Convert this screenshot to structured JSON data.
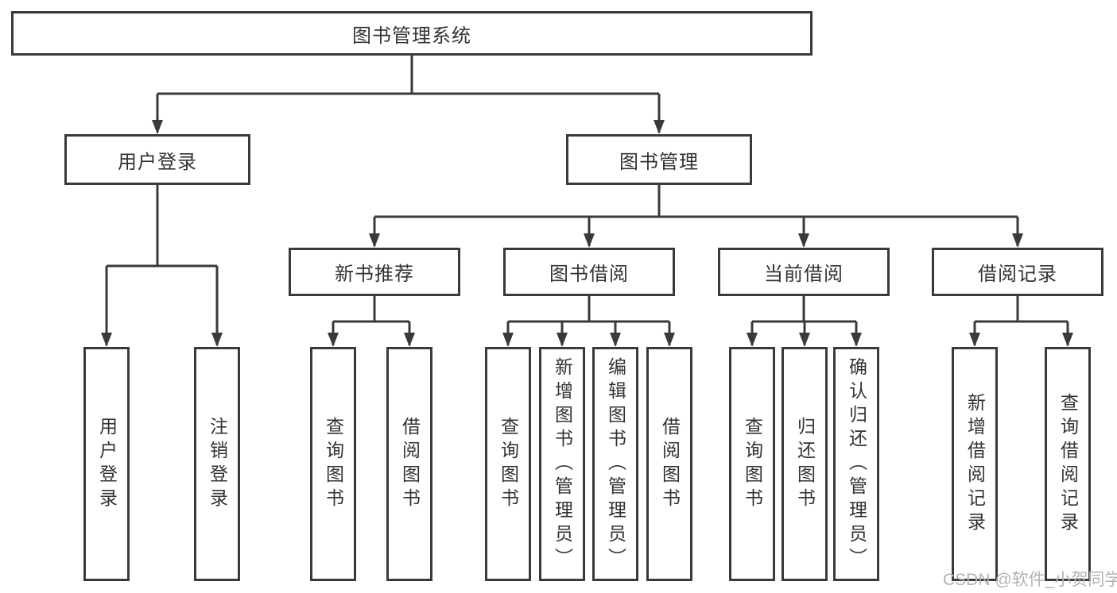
{
  "diagram": {
    "type": "tree",
    "tree": {
      "label": "图书管理系统",
      "children": [
        {
          "label": "用户登录",
          "children": [
            {
              "label": "用户登录"
            },
            {
              "label": "注销登录"
            }
          ]
        },
        {
          "label": "图书管理",
          "children": [
            {
              "label": "新书推荐",
              "children": [
                {
                  "label": "查询图书"
                },
                {
                  "label": "借阅图书"
                }
              ]
            },
            {
              "label": "图书借阅",
              "children": [
                {
                  "label": "查询图书"
                },
                {
                  "label": "新增图书（管理员）"
                },
                {
                  "label": "编辑图书（管理员）"
                },
                {
                  "label": "借阅图书"
                }
              ]
            },
            {
              "label": "当前借阅",
              "children": [
                {
                  "label": "查询图书"
                },
                {
                  "label": "归还图书"
                },
                {
                  "label": "确认归还（管理员）"
                }
              ]
            },
            {
              "label": "借阅记录",
              "children": [
                {
                  "label": "新增借阅记录"
                },
                {
                  "label": "查询借阅记录"
                }
              ]
            }
          ]
        }
      ]
    },
    "colors": {
      "line": "#3a3a3a",
      "text": "#333333",
      "background": "#ffffff",
      "watermark": "#b3b3b3"
    }
  },
  "watermark": {
    "text": "CSDN @软件_小贺同学"
  }
}
